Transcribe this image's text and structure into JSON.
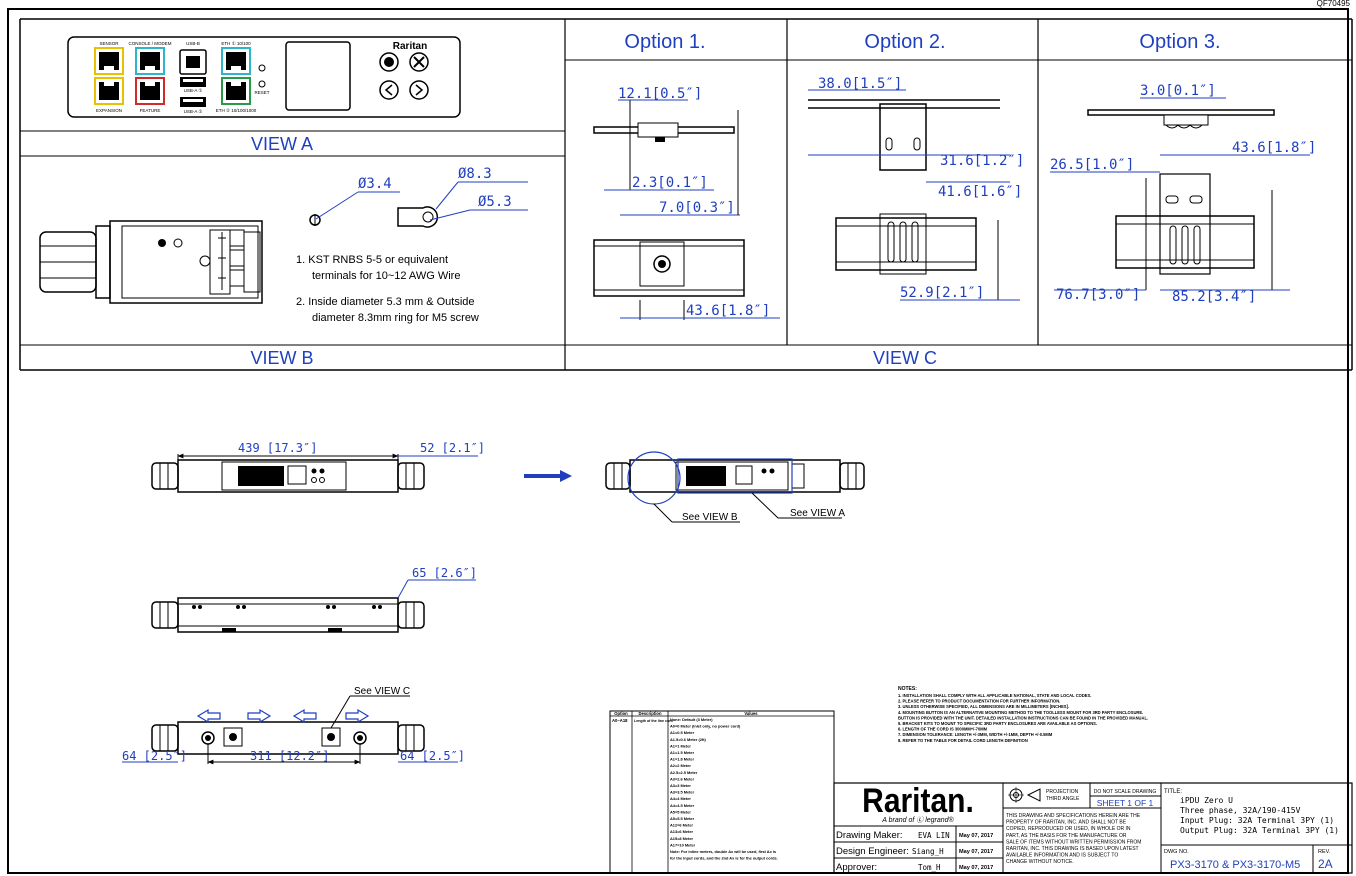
{
  "doc_id": "QF70495",
  "options": [
    "Option 1.",
    "Option 2.",
    "Option 3."
  ],
  "view_labels": {
    "a": "VIEW A",
    "b": "VIEW B",
    "c": "VIEW C"
  },
  "panel": {
    "brand": "Raritan",
    "port_labels": [
      "SENSOR",
      "CONSOLE / MODEM",
      "USB-B",
      "ETH ① 10/100",
      "EXPANSION",
      "FEATURE",
      "USB-A ①",
      "USB-A ②",
      "ETH ② 10/100/1000"
    ],
    "reset": "RESET"
  },
  "terminal": {
    "diam_small": "Ø3.4",
    "diam_large": "Ø8.3",
    "diam_hole": "Ø5.3",
    "notes": [
      "1. KST RNBS 5-5 or equivalent",
      "terminals for 10~12 AWG Wire",
      "2. Inside diameter 5.3 mm & Outside",
      "diameter 8.3mm ring for M5 screw"
    ]
  },
  "opt1_dims": [
    "12.1[0.5″]",
    "2.3[0.1″]",
    "7.0[0.3″]",
    "43.6[1.8″]"
  ],
  "opt2_dims": [
    "38.0[1.5″]",
    "31.6[1.2″]",
    "41.6[1.6″]",
    "52.9[2.1″]"
  ],
  "opt3_dims": [
    "3.0[0.1″]",
    "43.6[1.8″]",
    "26.5[1.0″]",
    "76.7[3.0″]",
    "85.2[3.4″]"
  ],
  "pdu_dims": {
    "length": "439 [17.3″]",
    "end": "52 [2.1″]",
    "depth": "65 [2.6″]",
    "left": "64 [2.5″]",
    "center": "311 [12.2″]",
    "right": "64 [2.5″]"
  },
  "callouts": [
    "See VIEW B",
    "See VIEW A",
    "See VIEW C"
  ],
  "cord_table": {
    "headers": [
      "Option",
      "Description",
      "Values"
    ],
    "option": "A0~A18",
    "description": "Length of the line cord",
    "values": [
      "None: Default (3 Meter)",
      "A0=0 Meter (Inlet only, no power cord)",
      "A1=0.5 Meter",
      "A1.5=0.6 Meter (2ft)",
      "A1=1 Meter",
      "A1=1.5 Meter",
      "A1=1.8 Meter",
      "A2=2 Meter",
      "A2.5=2.5 Meter",
      "A3=2.6 Meter",
      "A3=3 Meter",
      "A3=3.5 Meter",
      "A4=4 Meter",
      "A4=4.5 Meter",
      "A5=5 Meter",
      "A5=5.5 Meter",
      "A12=6 Meter",
      "A13=6 Meter",
      "A15=8 Meter",
      "A17=10 Meter",
      "Note: For inline meters, double Ax will be used, first Ax is",
      "for the input cords, and the 2nd Ax is for the output cords."
    ]
  },
  "notes": {
    "heading": "NOTES:",
    "items": [
      "1. INSTALLATION SHALL COMPLY WITH ALL APPLICABLE NATIONAL, STATE AND LOCAL CODES.",
      "2. PLEASE REFER TO PRODUCT DOCUMENTATION FOR FURTHER INFORMATION.",
      "3. UNLESS OTHERWISE SPECIFIED, ALL DIMENSIONS ARE IN MILLIMETERS [INCHES].",
      "4. MOUNTING BUTTON IS AN ALTERNATIVE MOUNTING METHOD TO THE TOOLLESS MOUNT FOR 3RD PARTY ENCLOSURE.",
      "   BUTTON IS PROVIDED WITH THE UNIT. DETAILED INSTALLATION INSTRUCTIONS CAN BE FOUND IN THE PROVIDED MANUAL.",
      "5. BRACKET KITS TO MOUNT TO SPECIFIC 3RD PARTY ENCLOSURES ARE AVAILABLE AS OPTIONS.",
      "6. LENGTH OF THE CORD IS 3000MM+/-70MM",
      "7. DIMENSION TOLERANCE: LENGTH +/-3MM, WIDTH +/-1MM, DEPTH +/-0.5MM",
      "8. REFER TO THE TABLE FOR DETAIL CORD LENGTH DEFINITION"
    ]
  },
  "title_block": {
    "logo": "Raritan.",
    "tagline": "A brand of Ⓛ legrand®",
    "rows": [
      {
        "role": "Drawing Maker:",
        "name": "EVA LIN",
        "date": "May 07, 2017"
      },
      {
        "role": "Design Engineer:",
        "name": "Siang_H",
        "date": "May 07, 2017"
      },
      {
        "role": "Approver:",
        "name": "Tom_H",
        "date": "May 07, 2017"
      }
    ],
    "projection": [
      "PROJECTION",
      "THIRD ANGLE"
    ],
    "do_not_scale": "DO NOT SCALE DRAWING",
    "sheet": "SHEET 1 OF 1",
    "property": [
      "THIS DRAWING AND SPECIFICATIONS HEREIN ARE THE",
      "PROPERTY OF RARITAN, INC. AND SHALL NOT BE",
      "COPIED, REPRODUCED OR USED, IN WHOLE OR IN",
      "PART, AS THE BASIS FOR THE MANUFACTURE OR",
      "SALE OF ITEMS WITHOUT WRITTEN PERMISSION FROM",
      "RARITAN, INC. THIS DRAWING IS BASED UPON LATEST",
      "AVAILABLE INFORMATION AND IS SUBJECT TO",
      "CHANGE WITHOUT NOTICE."
    ],
    "title_label": "TITLE:",
    "title_lines": [
      "iPDU Zero U",
      "Three phase, 32A/190-415V",
      "Input Plug: 32A Terminal 3PY (1)",
      "Output Plug: 32A Terminal 3PY (1)"
    ],
    "dwg_label": "DWG NO.",
    "dwg_no": "PX3-3170 & PX3-3170-M5",
    "rev_label": "REV.",
    "rev": "2A"
  },
  "colors": {
    "ink": "#000000",
    "dimension_blue": "#1f3fbf",
    "port_yellow": "#e8c200",
    "port_cyan": "#2fb5c9",
    "port_red": "#d22a2a",
    "port_green": "#2a9a4a"
  }
}
